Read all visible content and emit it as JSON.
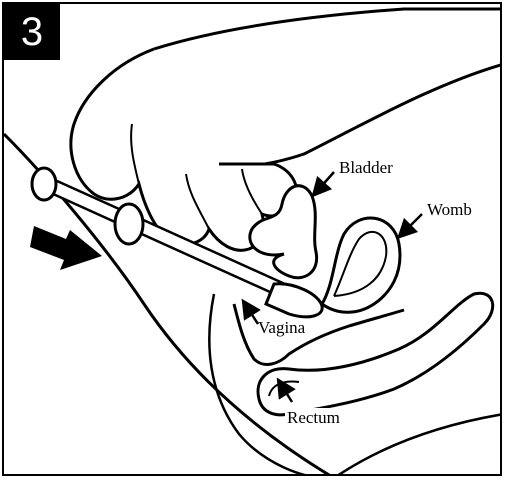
{
  "step": {
    "number": "3"
  },
  "labels": {
    "bladder": "Bladder",
    "womb": "Womb",
    "vagina": "Vagina",
    "rectum": "Rectum"
  },
  "colors": {
    "ink": "#000000",
    "paper": "#ffffff"
  }
}
